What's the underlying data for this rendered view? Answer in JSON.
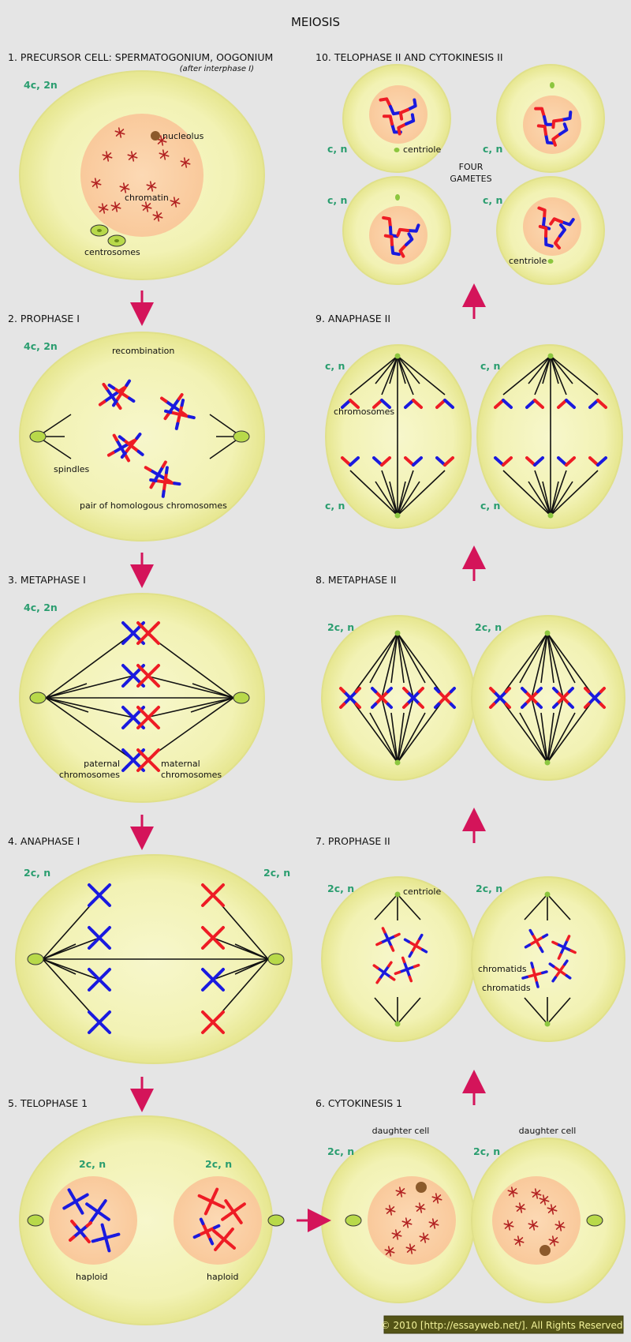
{
  "title": "MEIOSIS",
  "stages": {
    "s1": {
      "title": "1. PRECURSOR CELL: SPERMATOGONIUM, OOGONIUM",
      "subtitle": "(after interphase I)",
      "ploidy": "4c, 2n",
      "nucleolus": "nucleolus",
      "chromatin": "chromatin",
      "centrosomes": "centrosomes"
    },
    "s2": {
      "title": "2. PROPHASE I",
      "ploidy": "4c, 2n",
      "recombination": "recombination",
      "spindles": "spindles",
      "pair": "pair of homologous chromosomes"
    },
    "s3": {
      "title": "3. METAPHASE I",
      "ploidy": "4c, 2n",
      "paternal_1": "paternal",
      "paternal_2": "chromosomes",
      "maternal_1": "maternal",
      "maternal_2": "chromosomes"
    },
    "s4": {
      "title": "4. ANAPHASE I",
      "ploidy_left": "2c, n",
      "ploidy_right": "2c, n"
    },
    "s5": {
      "title": "5. TELOPHASE 1",
      "ploidy_left": "2c, n",
      "ploidy_right": "2c, n",
      "haploid_left": "haploid",
      "haploid_right": "haploid"
    },
    "s6": {
      "title": "6. CYTOKINESIS 1",
      "ploidy_left": "2c, n",
      "ploidy_right": "2c, n",
      "daughter_left": "daughter cell",
      "daughter_right": "daughter cell"
    },
    "s7": {
      "title": "7. PROPHASE II",
      "ploidy_left": "2c, n",
      "ploidy_right": "2c, n",
      "centriole": "centriole",
      "chromatids_1": "chromatids",
      "chromatids_2": "chromatids"
    },
    "s8": {
      "title": "8. METAPHASE II",
      "ploidy_left": "2c, n",
      "ploidy_right": "2c, n"
    },
    "s9": {
      "title": "9. ANAPHASE II",
      "ploidy_tl": "c, n",
      "ploidy_tr": "c, n",
      "ploidy_bl": "c, n",
      "ploidy_br": "c, n",
      "chromosomes": "chromosomes"
    },
    "s10": {
      "title": "10. TELOPHASE II AND CYTOKINESIS II",
      "ploidy_1": "c, n",
      "ploidy_2": "c, n",
      "ploidy_3": "c, n",
      "ploidy_4": "c, n",
      "centriole_1": "centriole",
      "centriole_2": "centriole",
      "four": "FOUR",
      "gametes": "GAMETES"
    }
  },
  "copyright": "© 2010 [http://essayweb.net/]. All Rights Reserved.",
  "colors": {
    "cell": "#f2f2b4",
    "cell_edge": "#e0e08a",
    "nucleus": "#fbd3aa",
    "paternal": "#1a1adf",
    "maternal": "#ee1c25",
    "centrosome": "#b8d94a",
    "centriole": "#8cc63f",
    "nucleolus": "#8c5a2b",
    "chromatin": "#b22222",
    "arrow": "#d4145a",
    "ploidy_text": "#2a9d6f"
  }
}
